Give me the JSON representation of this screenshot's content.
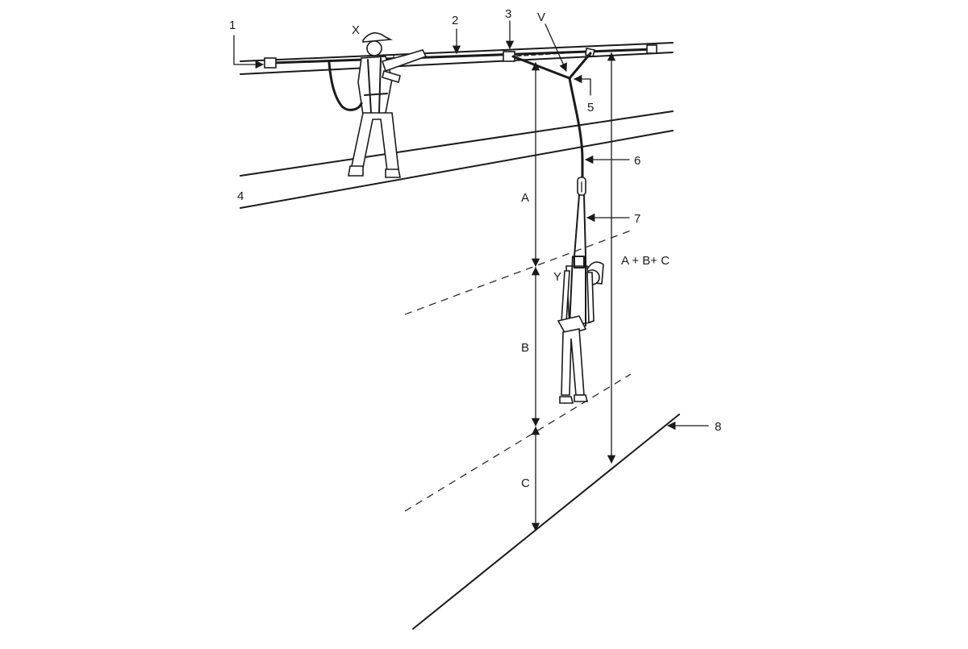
{
  "labels": {
    "n1": "1",
    "n2": "2",
    "n3": "3",
    "n4": "4",
    "n5": "5",
    "n6": "6",
    "n7": "7",
    "n8": "8",
    "x": "X",
    "y": "Y",
    "v": "V",
    "a": "A",
    "b": "B",
    "c": "C",
    "sum": "A + B+ C"
  }
}
